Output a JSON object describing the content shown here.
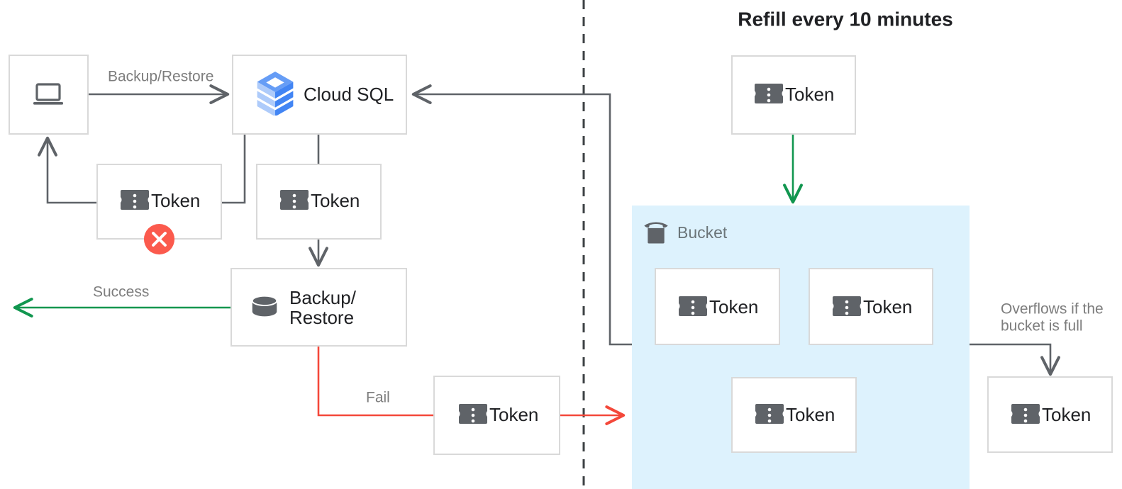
{
  "title": "Refill every 10 minutes",
  "colors": {
    "box_border": "#d9d9d9",
    "flow_gray": "#5f6368",
    "flow_green": "#11964f",
    "flow_red": "#f4483a",
    "bucket_fill": "#ddf2fd",
    "error_badge": "#fb5a4d",
    "text_primary": "#202124",
    "text_muted": "#7d7d7d",
    "cloudsql_blue": "#4285f4"
  },
  "nodes": {
    "client": {
      "label": "",
      "icon": "laptop-icon"
    },
    "cloud_sql": {
      "label": "Cloud SQL",
      "icon": "cloud-sql-icon"
    },
    "token_failed": {
      "label": "Token",
      "icon": "token-icon",
      "badge": "error-x-icon"
    },
    "token_request": {
      "label": "Token",
      "icon": "token-icon"
    },
    "backup_restore": {
      "label": "Backup/\nRestore",
      "line1": "Backup/",
      "line2": "Restore",
      "icon": "database-icon"
    },
    "token_fail_out": {
      "label": "Token",
      "icon": "token-icon"
    },
    "token_refill": {
      "label": "Token",
      "icon": "token-icon"
    },
    "bucket": {
      "label": "Bucket",
      "icon": "bucket-icon"
    },
    "bucket_token_1": {
      "label": "Token",
      "icon": "token-icon"
    },
    "bucket_token_2": {
      "label": "Token",
      "icon": "token-icon"
    },
    "bucket_token_3": {
      "label": "Token",
      "icon": "token-icon"
    },
    "token_overflow": {
      "label": "Token",
      "icon": "token-icon"
    }
  },
  "edges": {
    "backup_restore_label": "Backup/Restore",
    "success_label": "Success",
    "fail_label": "Fail",
    "overflow_label_line1": "Overflows if the",
    "overflow_label_line2": "bucket is full"
  }
}
